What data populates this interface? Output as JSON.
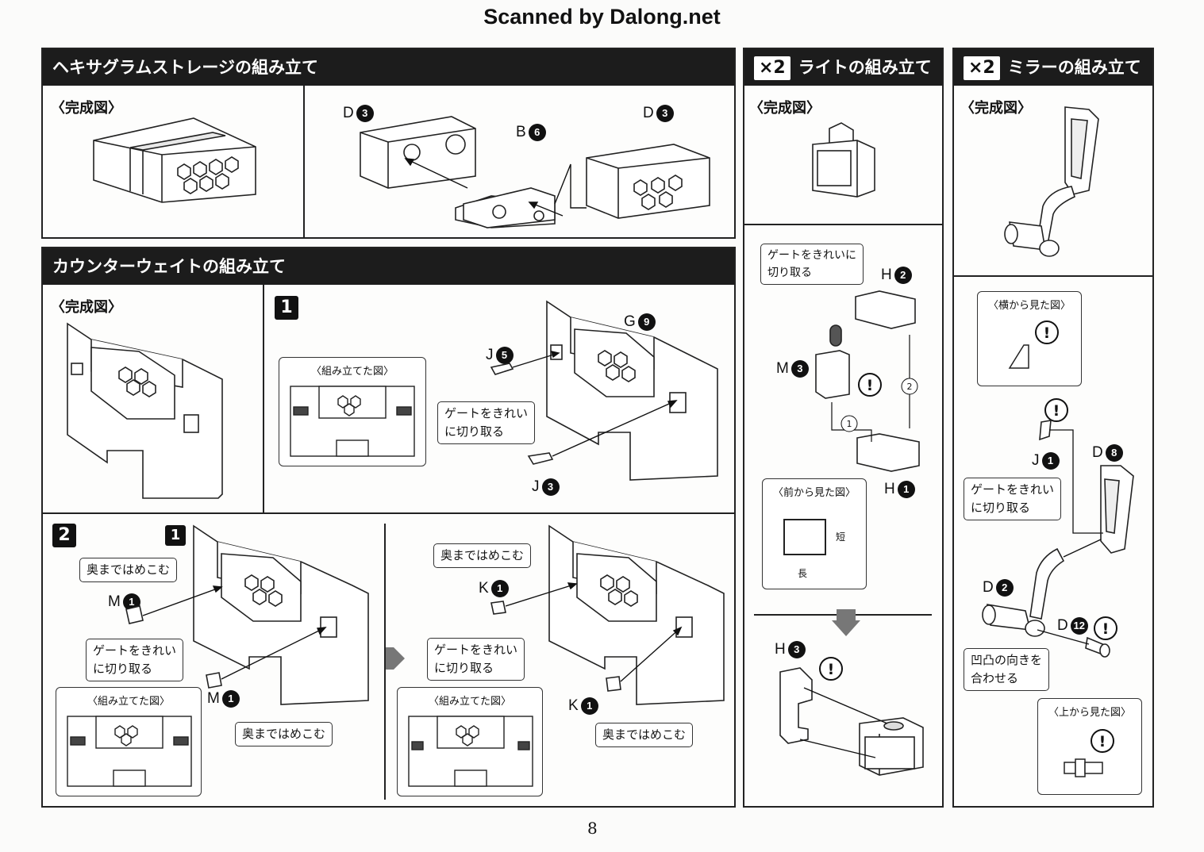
{
  "watermark": "Scanned by Dalong.net",
  "page_number": "8",
  "hexagram": {
    "title": "ヘキサグラムストレージの組み立て",
    "complete_label": "〈完成図〉",
    "parts": [
      {
        "letter": "D",
        "num": "3"
      },
      {
        "letter": "B",
        "num": "6"
      },
      {
        "letter": "D",
        "num": "3"
      }
    ]
  },
  "counterweight": {
    "title": "カウンターウェイトの組み立て",
    "complete_label": "〈完成図〉",
    "step1": {
      "number": "1",
      "inset_title": "〈組み立てた図〉",
      "parts": [
        {
          "letter": "G",
          "num": "9"
        },
        {
          "letter": "J",
          "num": "5"
        },
        {
          "letter": "J",
          "num": "3"
        }
      ],
      "callout": [
        "ゲートをきれい",
        "に切り取る"
      ]
    },
    "step2": {
      "number": "2",
      "ref_step": "1",
      "left": {
        "callout_push_top": "奥まではめこむ",
        "callout_gate": [
          "ゲートをきれい",
          "に切り取る"
        ],
        "callout_push_bottom": "奥まではめこむ",
        "parts": [
          {
            "letter": "M",
            "num": "1"
          },
          {
            "letter": "M",
            "num": "1"
          }
        ],
        "inset_title": "〈組み立てた図〉"
      },
      "right": {
        "callout_push_top": "奥まではめこむ",
        "callout_gate": [
          "ゲートをきれい",
          "に切り取る"
        ],
        "callout_push_bottom": "奥まではめこむ",
        "parts": [
          {
            "letter": "K",
            "num": "1"
          },
          {
            "letter": "K",
            "num": "1"
          }
        ],
        "inset_title": "〈組み立てた図〉"
      }
    }
  },
  "light": {
    "multiplier": "×2",
    "title": "ライトの組み立て",
    "complete_label": "〈完成図〉",
    "callout_gate": [
      "ゲートをきれいに",
      "切り取る"
    ],
    "parts": [
      {
        "letter": "H",
        "num": "2"
      },
      {
        "letter": "M",
        "num": "3"
      },
      {
        "letter": "H",
        "num": "1"
      },
      {
        "letter": "H",
        "num": "3"
      }
    ],
    "order": [
      "1",
      "2"
    ],
    "front_view": {
      "title": "〈前から見た図〉",
      "short": "短",
      "long": "長"
    },
    "warn": "!"
  },
  "mirror": {
    "multiplier": "×2",
    "title": "ミラーの組み立て",
    "complete_label": "〈完成図〉",
    "side_view_title": "〈横から見た図〉",
    "callout_gate": [
      "ゲートをきれい",
      "に切り取る"
    ],
    "callout_align": [
      "凹凸の向きを",
      "合わせる"
    ],
    "top_view_title": "〈上から見た図〉",
    "parts": [
      {
        "letter": "J",
        "num": "1"
      },
      {
        "letter": "D",
        "num": "8"
      },
      {
        "letter": "D",
        "num": "2"
      },
      {
        "letter": "D",
        "num": "12"
      }
    ],
    "warn": "!"
  }
}
